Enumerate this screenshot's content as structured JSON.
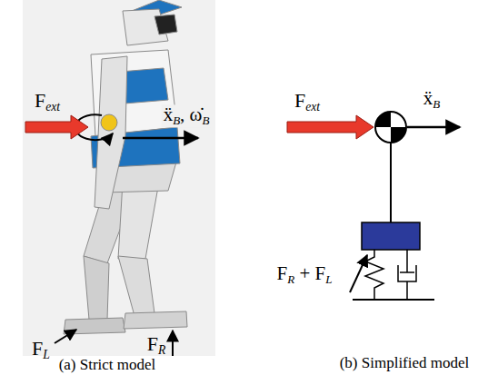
{
  "diagram": {
    "labels": [
      "Fext",
      "ẍB, ω̇B",
      "FL",
      "FR",
      "(a) Strict model",
      "Fext",
      "ẍB",
      "FR + FL",
      "(b) Simplified model"
    ]
  }
}
